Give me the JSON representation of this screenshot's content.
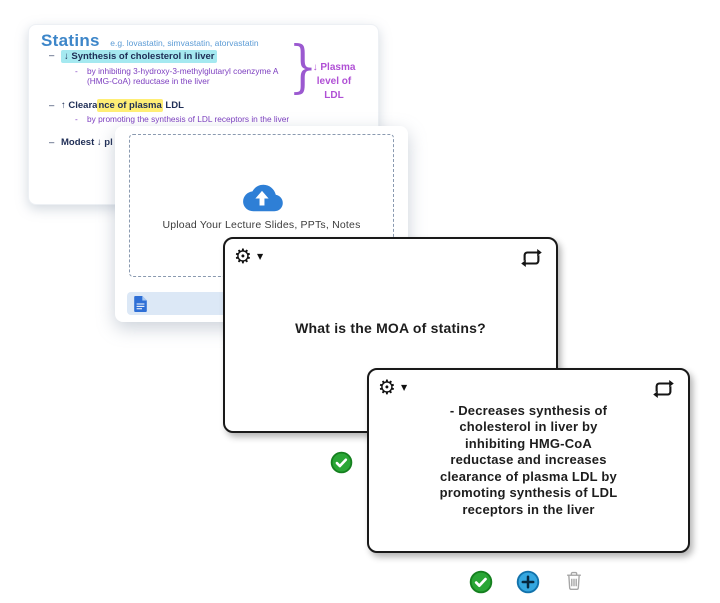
{
  "notes": {
    "title": "Statins",
    "subtitle": "e.g. lovastatin, simvastatin, atorvastatin",
    "dash": "–",
    "subdash": "-",
    "bullet1": "↓ Synthesis of cholesterol in liver",
    "sub1": "by inhibiting 3-hydroxy-3-methylglutaryl coenzyme A\n(HMG-CoA) reductase in the liver",
    "bullet2_pre": "↑ Cleara",
    "bullet2_hl": "nce of plasma",
    "bullet2_post": " LDL",
    "sub2": "by promoting the synthesis of LDL receptors in the liver",
    "bullet3": "Modest ↓ pl",
    "brace_glyph": "}",
    "brace_label": "↓ Plasma\nlevel of\nLDL",
    "colors": {
      "title_blue": "#3d86c9",
      "body_navy": "#1e2d55",
      "sub_purple": "#7d3fc0",
      "cyan_highlight": "#a5e9f0",
      "yellow_highlight": "#ffee75",
      "brace_purple": "#9b59d0",
      "brace_label_purple": "#b050d5"
    }
  },
  "upload": {
    "label": "Upload Your Lecture Slides, PPTs, Notes"
  },
  "flashcards": {
    "question": "What is the MOA of statins?",
    "answer": "- Decreases synthesis of\ncholesterol in liver by\ninhibiting HMG-CoA\nreductase and increases\nclearance of plasma LDL by\npromoting synthesis of LDL\nreceptors in the liver"
  },
  "icons": {
    "gear_glyph": "⚙",
    "caret_glyph": "▼",
    "flip": "repeat-flip-icon",
    "cloud": "cloud-upload-icon",
    "file": "file-document-icon",
    "check": "check-circle-icon",
    "plus": "add-circle-icon",
    "trash": "trash-icon"
  },
  "colors": {
    "check_green": "#2aa636",
    "check_ring": "#15801f",
    "plus_blue": "#35a7e0",
    "plus_ring": "#1272ab",
    "plus_glyph": "#06273f",
    "trash_gray": "#a6a6a6",
    "cloud_blue": "#2e7fd6",
    "file_blue": "#2e6fd6",
    "card_border": "#191919",
    "dropzone_dash": "#8a9ab0",
    "file_row_bg": "#dce8f6"
  }
}
